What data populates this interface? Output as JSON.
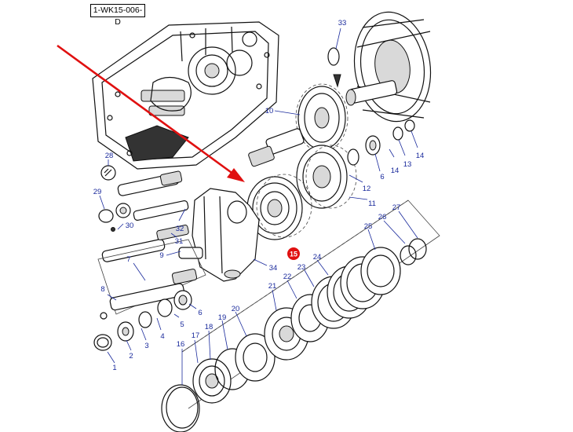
{
  "diagram_code": "1-WK15-006-D",
  "highlight": {
    "label": "15",
    "color": "#e01010"
  },
  "arrow_color": "#e01010",
  "labels": [
    {
      "text": "1"
    },
    {
      "text": "2"
    },
    {
      "text": "3"
    },
    {
      "text": "4"
    },
    {
      "text": "5"
    },
    {
      "text": "6"
    },
    {
      "text": "6"
    },
    {
      "text": "7"
    },
    {
      "text": "8"
    },
    {
      "text": "9"
    },
    {
      "text": "10"
    },
    {
      "text": "11"
    },
    {
      "text": "12"
    },
    {
      "text": "13"
    },
    {
      "text": "14"
    },
    {
      "text": "14"
    },
    {
      "text": "16"
    },
    {
      "text": "17"
    },
    {
      "text": "18"
    },
    {
      "text": "19"
    },
    {
      "text": "20"
    },
    {
      "text": "21"
    },
    {
      "text": "22"
    },
    {
      "text": "23"
    },
    {
      "text": "24"
    },
    {
      "text": "25"
    },
    {
      "text": "26"
    },
    {
      "text": "27"
    },
    {
      "text": "28"
    },
    {
      "text": "29"
    },
    {
      "text": "30"
    },
    {
      "text": "31"
    },
    {
      "text": "32"
    },
    {
      "text": "33"
    },
    {
      "text": "34"
    }
  ]
}
